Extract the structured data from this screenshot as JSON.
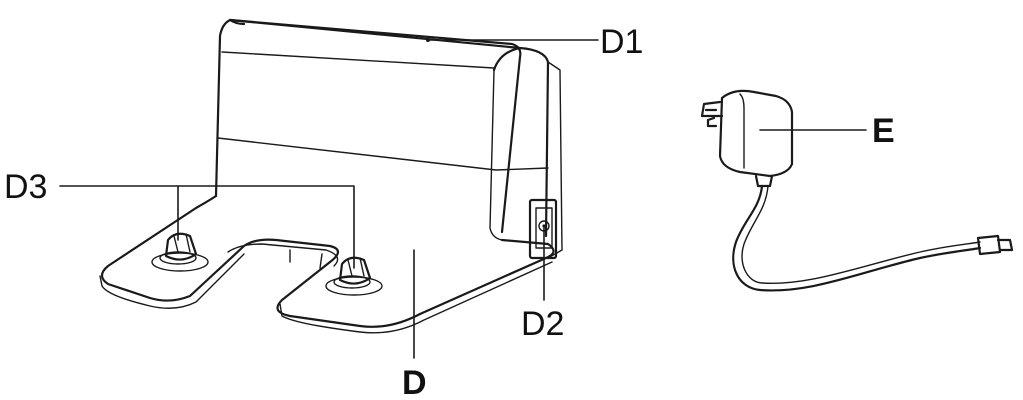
{
  "labels": {
    "d1": "D1",
    "d2": "D2",
    "d3": "D3",
    "d": "D",
    "e": "E"
  },
  "colors": {
    "stroke": "#1a1a1a",
    "background": "#ffffff"
  }
}
